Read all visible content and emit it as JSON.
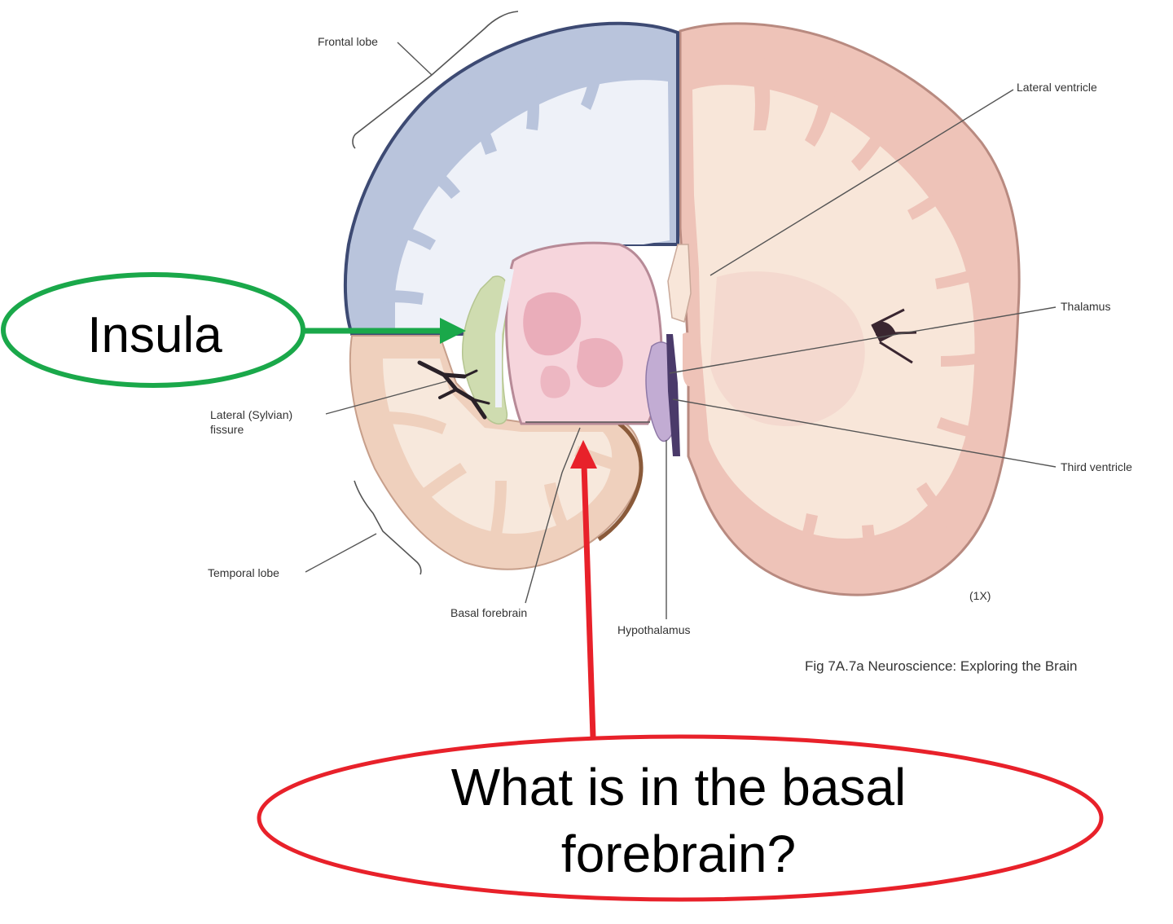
{
  "labels": {
    "frontal_lobe": "Frontal lobe",
    "lateral_ventricle": "Lateral ventricle",
    "thalamus": "Thalamus",
    "third_ventricle": "Third ventricle",
    "lateral_fissure_line1": "Lateral (Sylvian)",
    "lateral_fissure_line2": "fissure",
    "temporal_lobe": "Temporal lobe",
    "basal_forebrain": "Basal forebrain",
    "hypothalamus": "Hypothalamus",
    "magnification": "(1X)",
    "caption": "Fig 7A.7a Neuroscience: Exploring the Brain"
  },
  "callouts": {
    "insula": {
      "text": "Insula",
      "color": "#1aa84a"
    },
    "question": {
      "line1": "What is in the basal",
      "line2": "forebrain?",
      "color": "#e8212a"
    }
  },
  "colors": {
    "frontal_cortex": "#b9c4dc",
    "frontal_cortex_edge": "#3d4a73",
    "white_matter": "#eef1f8",
    "right_cortex": "#eec3b8",
    "right_white": "#f8e6d9",
    "temporal_cortex": "#efd0bd",
    "temporal_white": "#f7e8dc",
    "insula": "#cfdcb0",
    "basal_ganglia": "#f6d5dc",
    "striatum": "#e7a3b1",
    "thalamus": "#c2acd3",
    "third_ventricle": "#4a3a6a",
    "sulcus_dark": "#2a2128"
  }
}
